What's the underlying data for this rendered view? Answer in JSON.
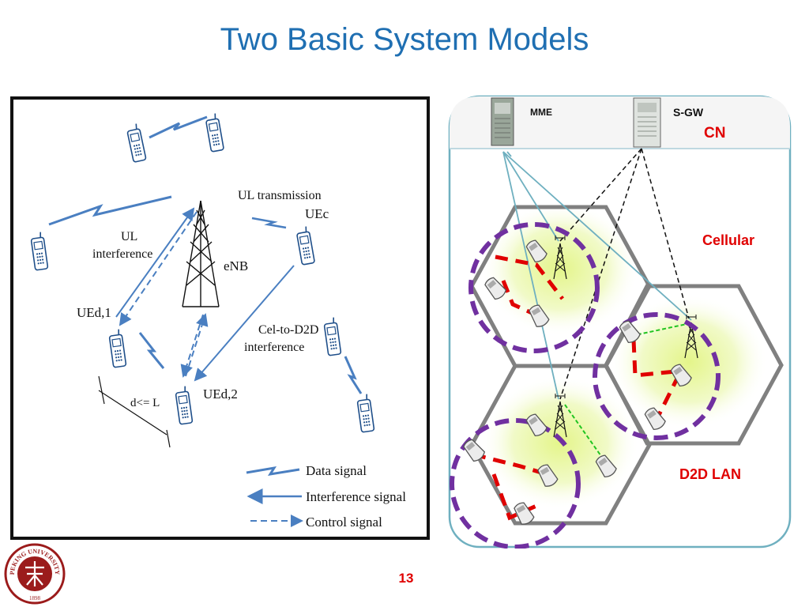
{
  "slide": {
    "title": "Two Basic System Models",
    "page_number": "13"
  },
  "logo": {
    "text": "PEKING UNIVERSITY",
    "year": "1898"
  },
  "left_diagram": {
    "labels": {
      "ul_transmission": "UL transmission",
      "ue_c": "UEc",
      "ul_interference_line1": "UL",
      "ul_interference_line2": "interference",
      "enb": "eNB",
      "ue_d1": "UEd,1",
      "cel_to_d2d_line1": "Cel-to-D2D",
      "cel_to_d2d_line2": "interference",
      "ue_d2": "UEd,2",
      "distance": "d<= L"
    },
    "legend": {
      "data_signal": "Data signal",
      "interference_signal": "Interference signal",
      "control_signal": "Control signal"
    }
  },
  "right_diagram": {
    "labels": {
      "mme": "MME",
      "sgw": "S-GW",
      "cn": "CN",
      "cellular": "Cellular",
      "d2d_lan": "D2D LAN"
    },
    "colors": {
      "frame": "#6fb0c0",
      "hexagon": "#808080",
      "d2d_circle": "#7030a0",
      "d2d_link": "#e00000",
      "cellular_link": "#21c421",
      "label_red": "#e00000",
      "backhaul": "#6fb0c0"
    }
  }
}
